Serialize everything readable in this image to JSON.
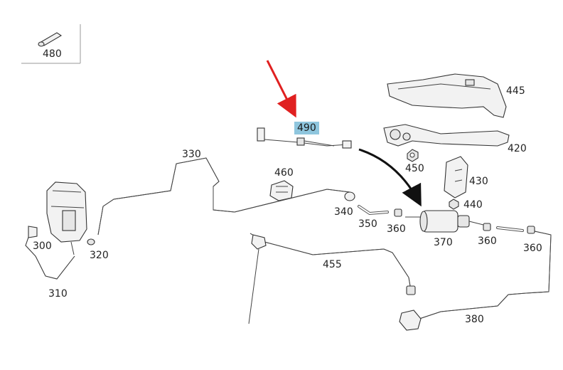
{
  "labels": {
    "p480": "480",
    "p445": "445",
    "p490": "490",
    "p420": "420",
    "p450": "450",
    "p430": "430",
    "p330": "330",
    "p460": "460",
    "p440": "440",
    "p340": "340",
    "p350": "350",
    "p360a": "360",
    "p370": "370",
    "p360b": "360",
    "p360c": "360",
    "p300": "300",
    "p320": "320",
    "p455": "455",
    "p310": "310",
    "p380": "380"
  },
  "highlight_color": "#8fc6de",
  "arrow_color": "#e02020"
}
